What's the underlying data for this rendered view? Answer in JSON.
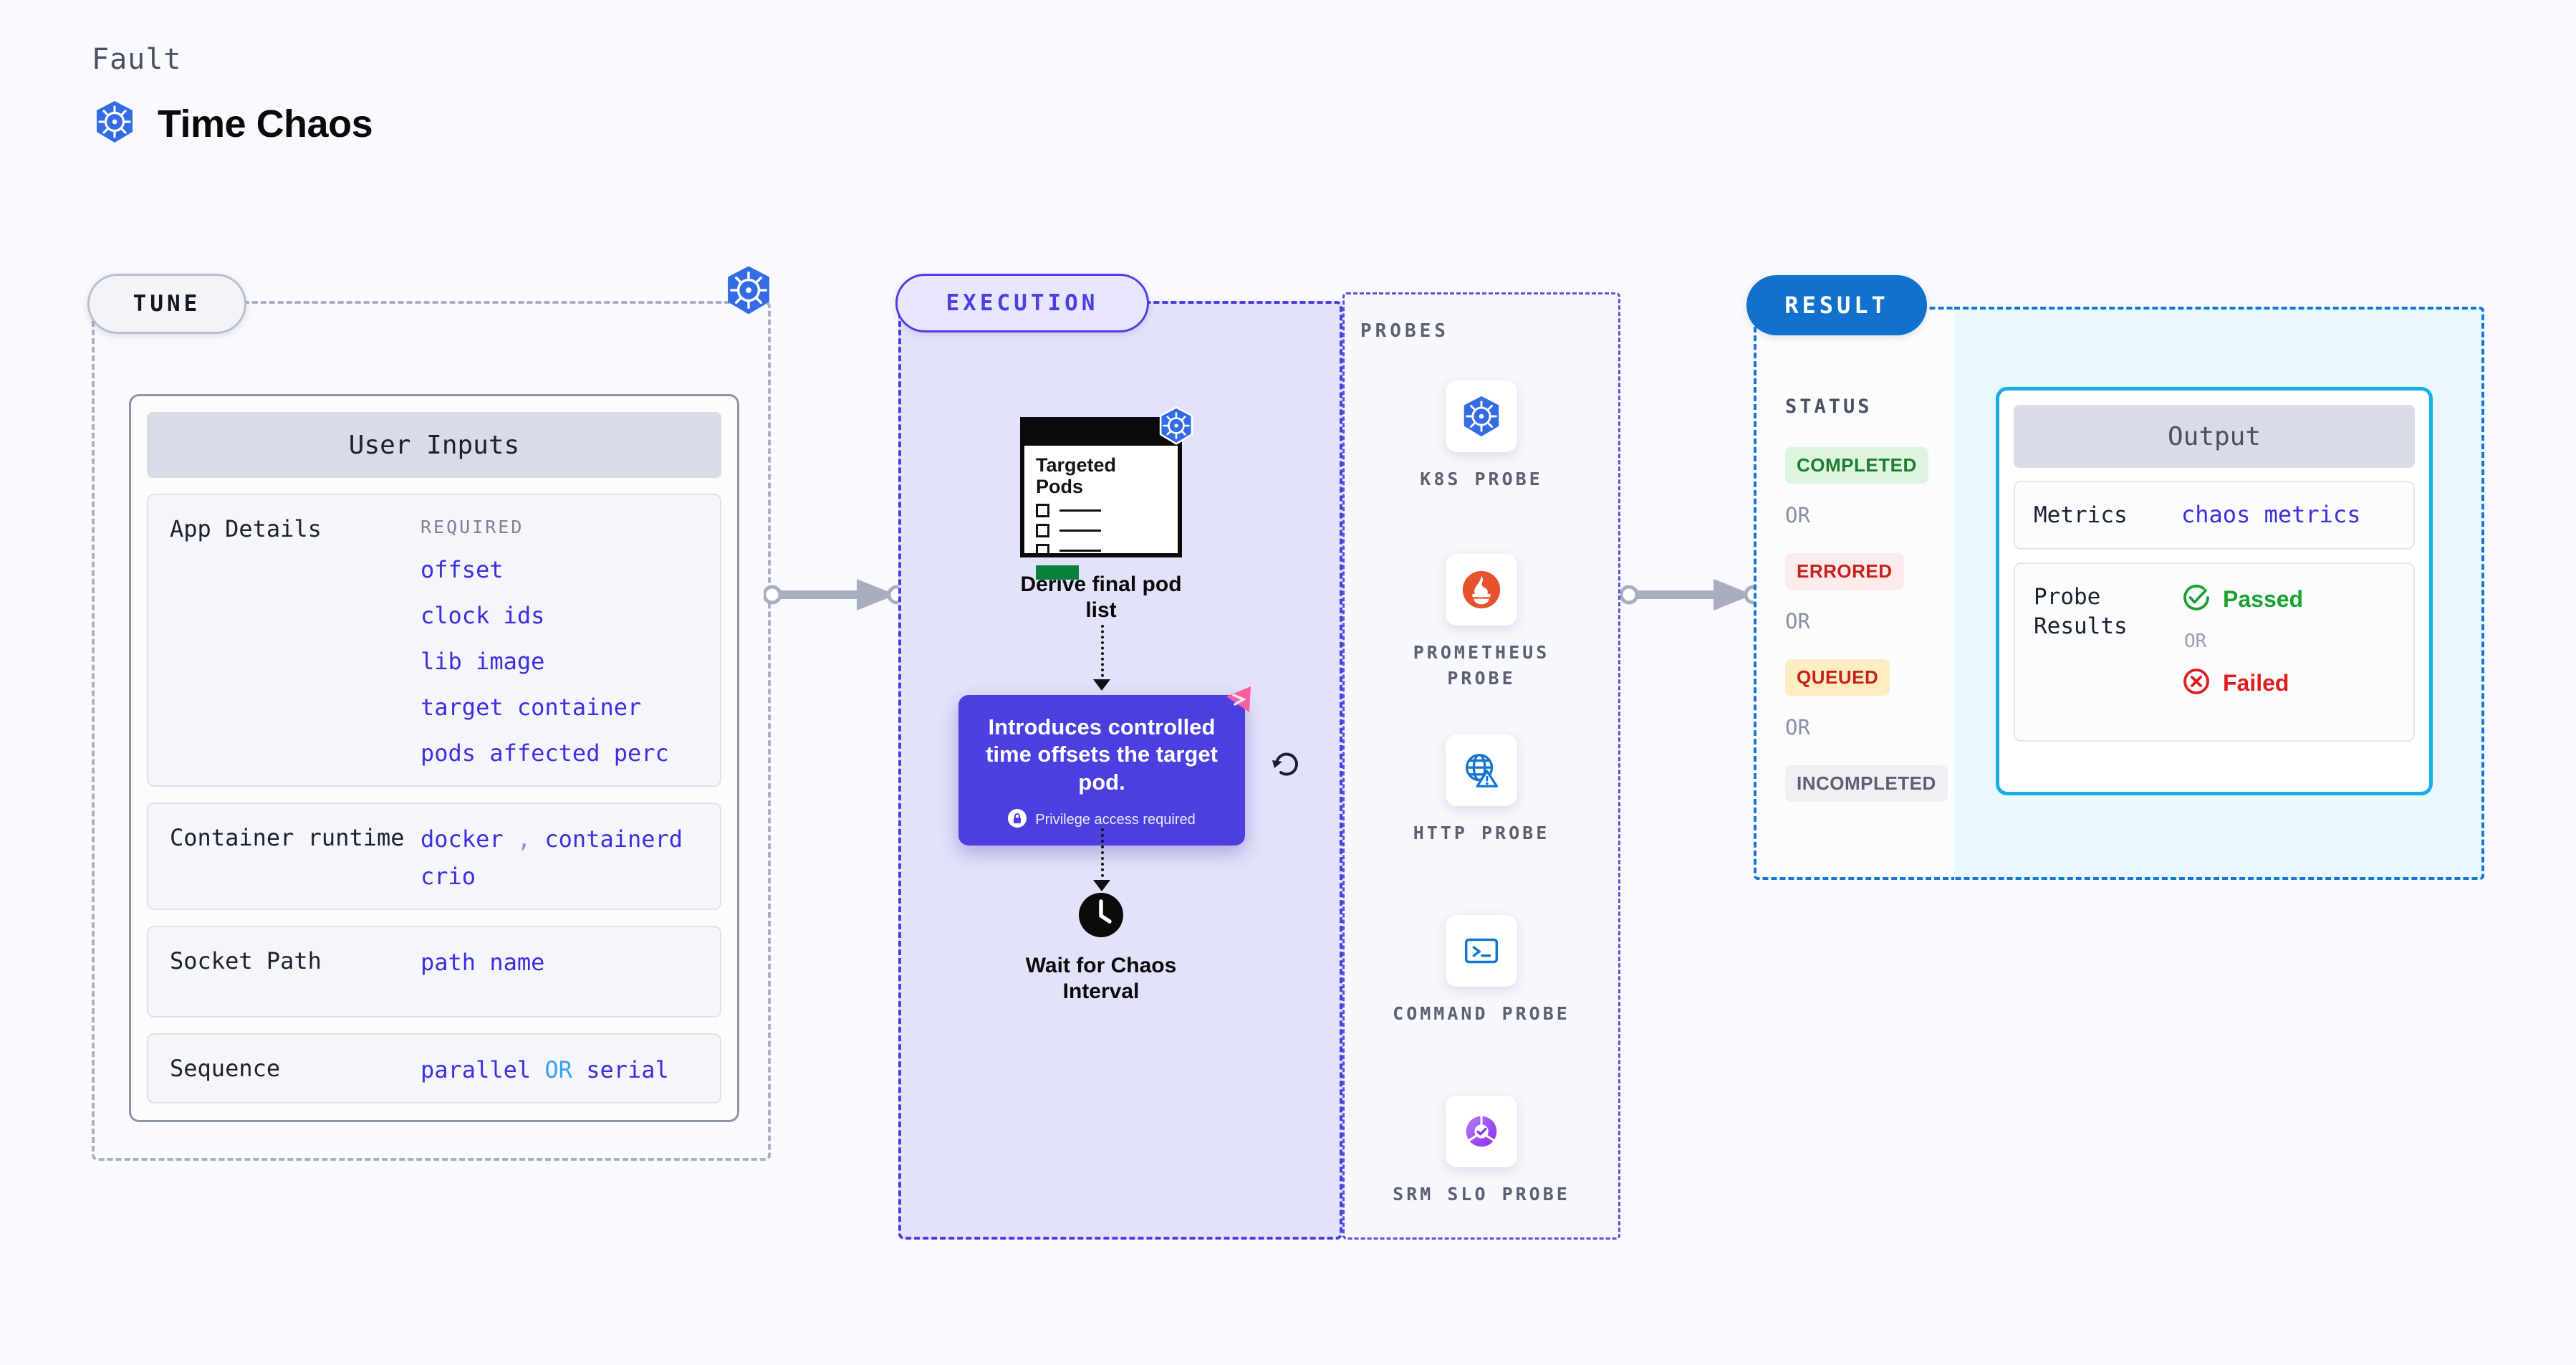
{
  "header": {
    "eyebrow": "Fault",
    "title": "Time Chaos",
    "logo_icon": "kubernetes-icon"
  },
  "tune": {
    "badge": "TUNE",
    "corner_icon": "kubernetes-icon",
    "card_title": "User Inputs",
    "sections": [
      {
        "label": "App Details",
        "required_tag": "REQUIRED",
        "values": [
          "offset",
          "clock ids",
          "lib image",
          "target container",
          "pods affected perc"
        ]
      },
      {
        "label": "Container runtime",
        "values_line1": [
          "docker",
          ",",
          "containerd"
        ],
        "values_line2": [
          "crio"
        ]
      },
      {
        "label": "Socket Path",
        "values": [
          "path name"
        ]
      },
      {
        "label": "Sequence",
        "value_a": "parallel",
        "or": "OR",
        "value_b": "serial"
      }
    ]
  },
  "execution": {
    "badge": "EXECUTION",
    "doc": {
      "title": "Targeted Pods",
      "badge_icon": "kubernetes-icon",
      "caption": "Derive final pod list"
    },
    "fault_card": {
      "text": "Introduces controlled time offsets the target pod.",
      "privilege_note": "Privilege access required",
      "lock_icon": "lock-icon",
      "ribbon_icon": "chaos-ribbon-icon",
      "bg_color": "#4b3fe0"
    },
    "retry_icon": "refresh-icon",
    "wait_node": {
      "icon": "clock-icon",
      "caption": "Wait for Chaos Interval"
    }
  },
  "probes": {
    "title": "PROBES",
    "items": [
      {
        "name": "K8S PROBE",
        "icon": "kubernetes-icon"
      },
      {
        "name": "PROMETHEUS PROBE",
        "icon": "prometheus-icon"
      },
      {
        "name": "HTTP PROBE",
        "icon": "http-globe-warning-icon"
      },
      {
        "name": "COMMAND PROBE",
        "icon": "terminal-icon"
      },
      {
        "name": "SRM SLO PROBE",
        "icon": "srm-slo-icon"
      }
    ]
  },
  "result": {
    "badge": "RESULT",
    "status_title": "STATUS",
    "or_label": "OR",
    "statuses": [
      {
        "label": "COMPLETED",
        "fg": "#1b7d2e",
        "bg": "#ddf5de"
      },
      {
        "label": "ERRORED",
        "fg": "#c8201f",
        "bg": "#fdeaea"
      },
      {
        "label": "QUEUED",
        "fg": "#c8201f",
        "bg": "#fdeec2"
      },
      {
        "label": "INCOMPLETED",
        "fg": "#5b6173",
        "bg": "#eef0f6"
      }
    ],
    "output": {
      "title": "Output",
      "metrics_label": "Metrics",
      "metrics_value": "chaos metrics",
      "probe_results_label": "Probe Results",
      "passed": "Passed",
      "failed": "Failed",
      "or": "OR",
      "passed_color": "#1ba22f",
      "failed_color": "#e01c1c",
      "border_color": "#17aee6"
    }
  }
}
